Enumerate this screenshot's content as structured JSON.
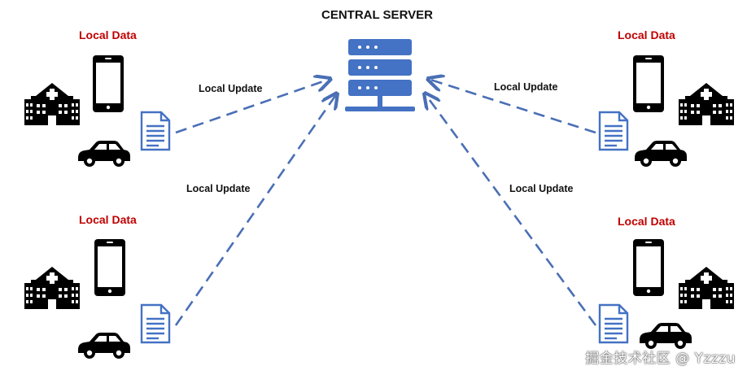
{
  "diagram": {
    "title": "CENTRAL SERVER",
    "clients": [
      {
        "label": "Local Data",
        "update_label": "Local Update"
      },
      {
        "label": "Local Data",
        "update_label": "Local Update"
      },
      {
        "label": "Local Data",
        "update_label": "Local Update"
      },
      {
        "label": "Local Data",
        "update_label": "Local Update"
      }
    ],
    "colors": {
      "server_blue": "#4472c4",
      "document_blue": "#4472c4",
      "arrow_blue": "#4a6fb5",
      "local_data_red": "#c00000",
      "icon_black": "#000000"
    },
    "icons": [
      "server-icon",
      "hospital-icon",
      "phone-icon",
      "document-icon",
      "car-icon"
    ]
  },
  "watermark": "掘金技术社区 @ Yzzzu"
}
